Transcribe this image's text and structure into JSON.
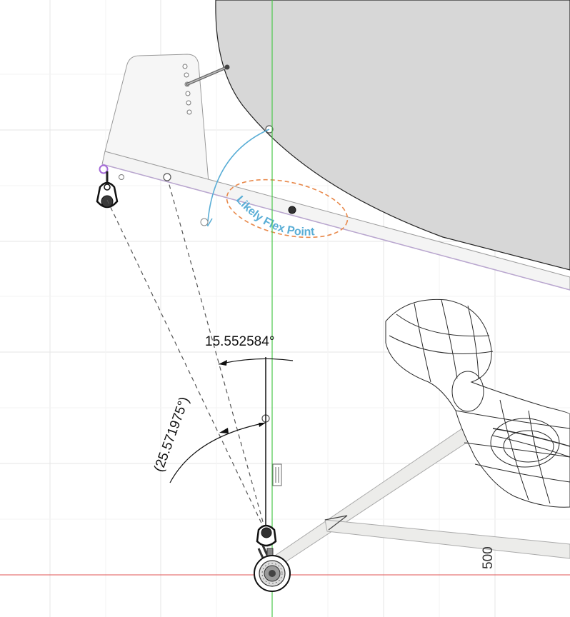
{
  "dimensions": {
    "angle_driven": "15.552584°",
    "angle_reference": "(25.571975°)"
  },
  "annotation": {
    "flex_label": "Likely Flex Point"
  },
  "scale_label": "500",
  "colors": {
    "grid": "#e6e6e6",
    "axis_vertical": "#4cc84c",
    "axis_horizontal": "#e05555",
    "body_fill": "#d7d7d7",
    "flex_arrow": "#5aaed6",
    "flex_ellipse": "#e8884a",
    "selection": "#a56ad8"
  }
}
